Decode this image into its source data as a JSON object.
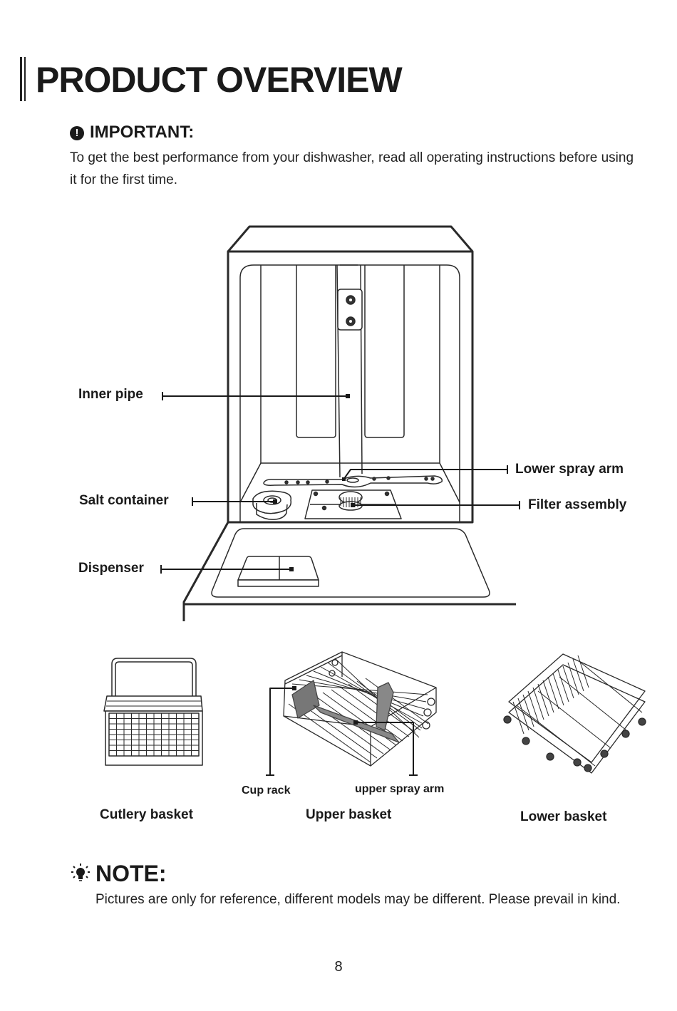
{
  "page": {
    "title": "PRODUCT OVERVIEW",
    "page_number": "8"
  },
  "important": {
    "icon": "exclamation-circle-icon",
    "heading": "IMPORTANT:",
    "text": "To get the best performance from your dishwasher, read all operating instructions before using it for the first time."
  },
  "diagram": {
    "labels": {
      "inner_pipe": "Inner pipe",
      "salt_container": "Salt container",
      "dispenser": "Dispenser",
      "lower_spray_arm": "Lower spray arm",
      "filter_assembly": "Filter assembly"
    }
  },
  "accessories": {
    "cutlery_basket": "Cutlery basket",
    "upper_basket": "Upper basket",
    "lower_basket": "Lower basket",
    "cup_rack": "Cup rack",
    "upper_spray_arm": "upper spray arm"
  },
  "note": {
    "icon": "lightbulb-icon",
    "heading": "NOTE:",
    "text": "Pictures are only for reference, different models may be different. Please prevail in kind."
  }
}
